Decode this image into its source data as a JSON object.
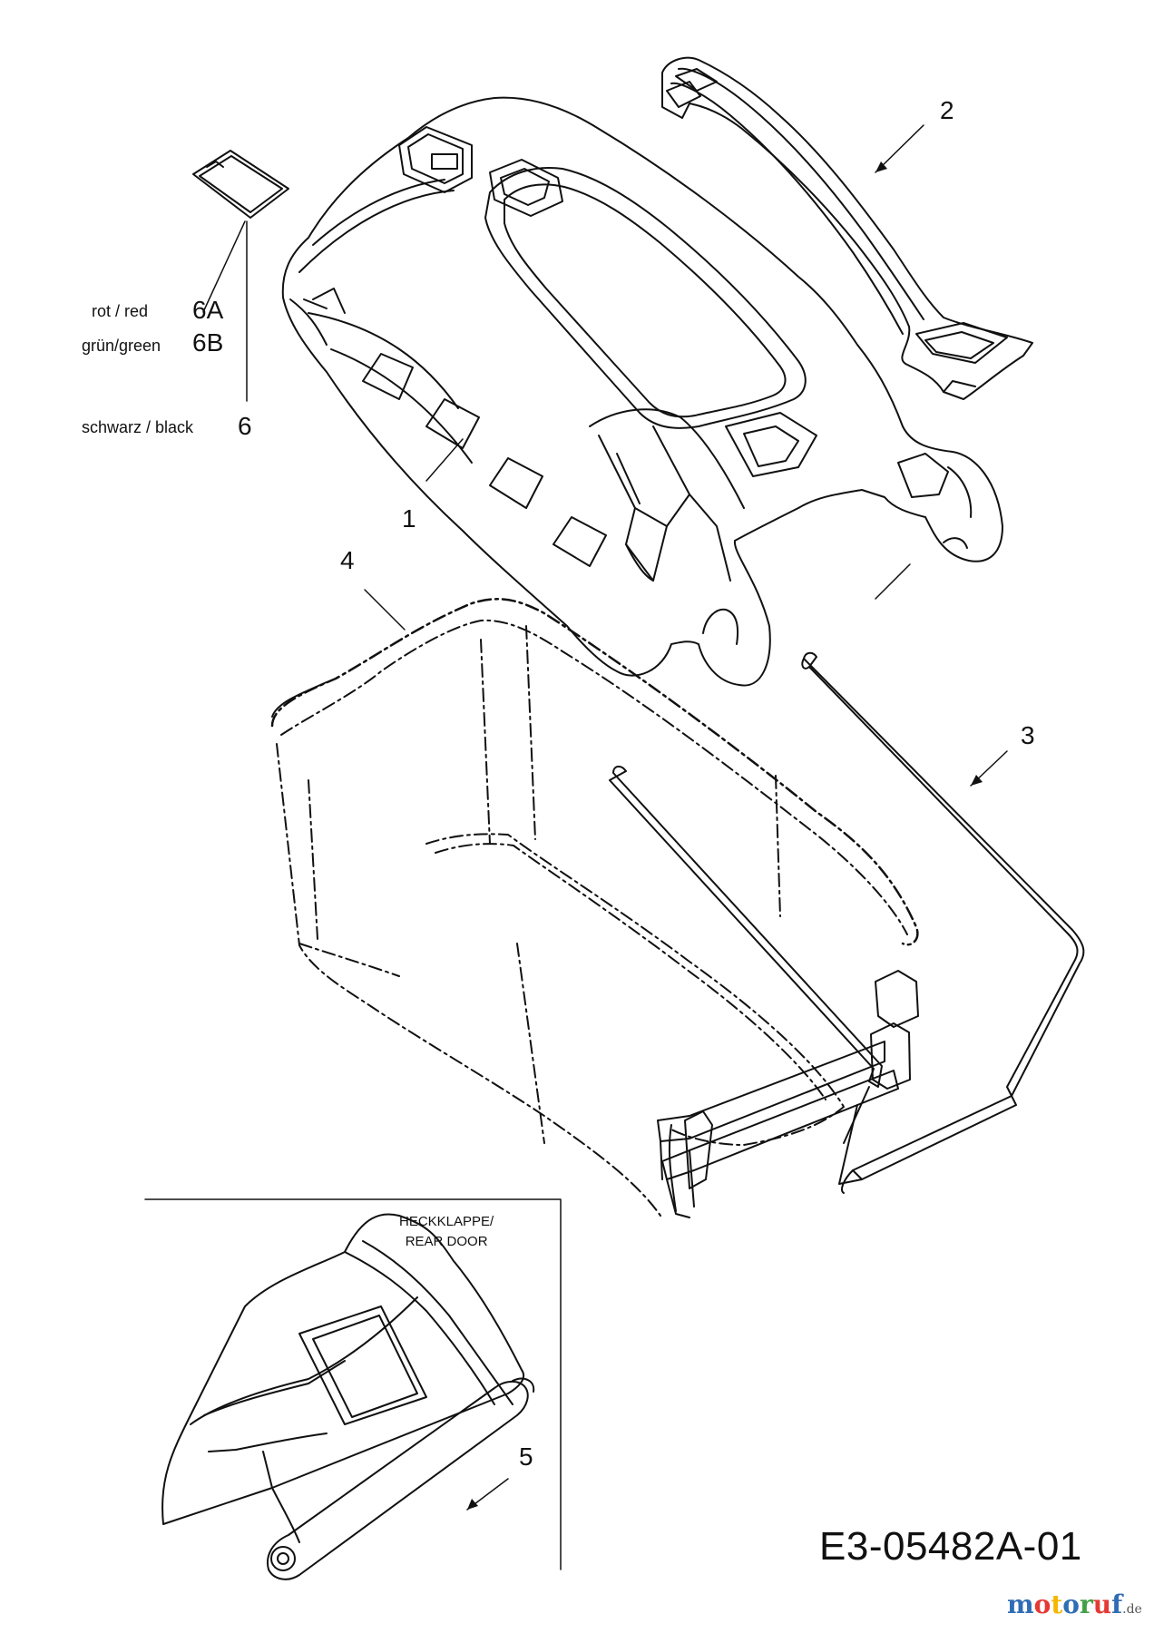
{
  "callouts": {
    "p1": "1",
    "p2": "2",
    "p3": "3",
    "p4": "4",
    "p5": "5",
    "p6": "6",
    "p6a": "6A",
    "p6b": "6B"
  },
  "legend": {
    "red": "rot / red",
    "green": "grün/green",
    "black": "schwarz / black"
  },
  "inset_title": {
    "line1": "HECKKLAPPE/",
    "line2": "REAR DOOR"
  },
  "drawing_code": "E3-05482A-01",
  "watermark": {
    "name": "motoruf",
    "domain": ".de",
    "colors": [
      "#2f6db5",
      "#e53935",
      "#f6b600",
      "#2f6db5",
      "#43a047",
      "#e53935",
      "#2f6db5"
    ]
  }
}
